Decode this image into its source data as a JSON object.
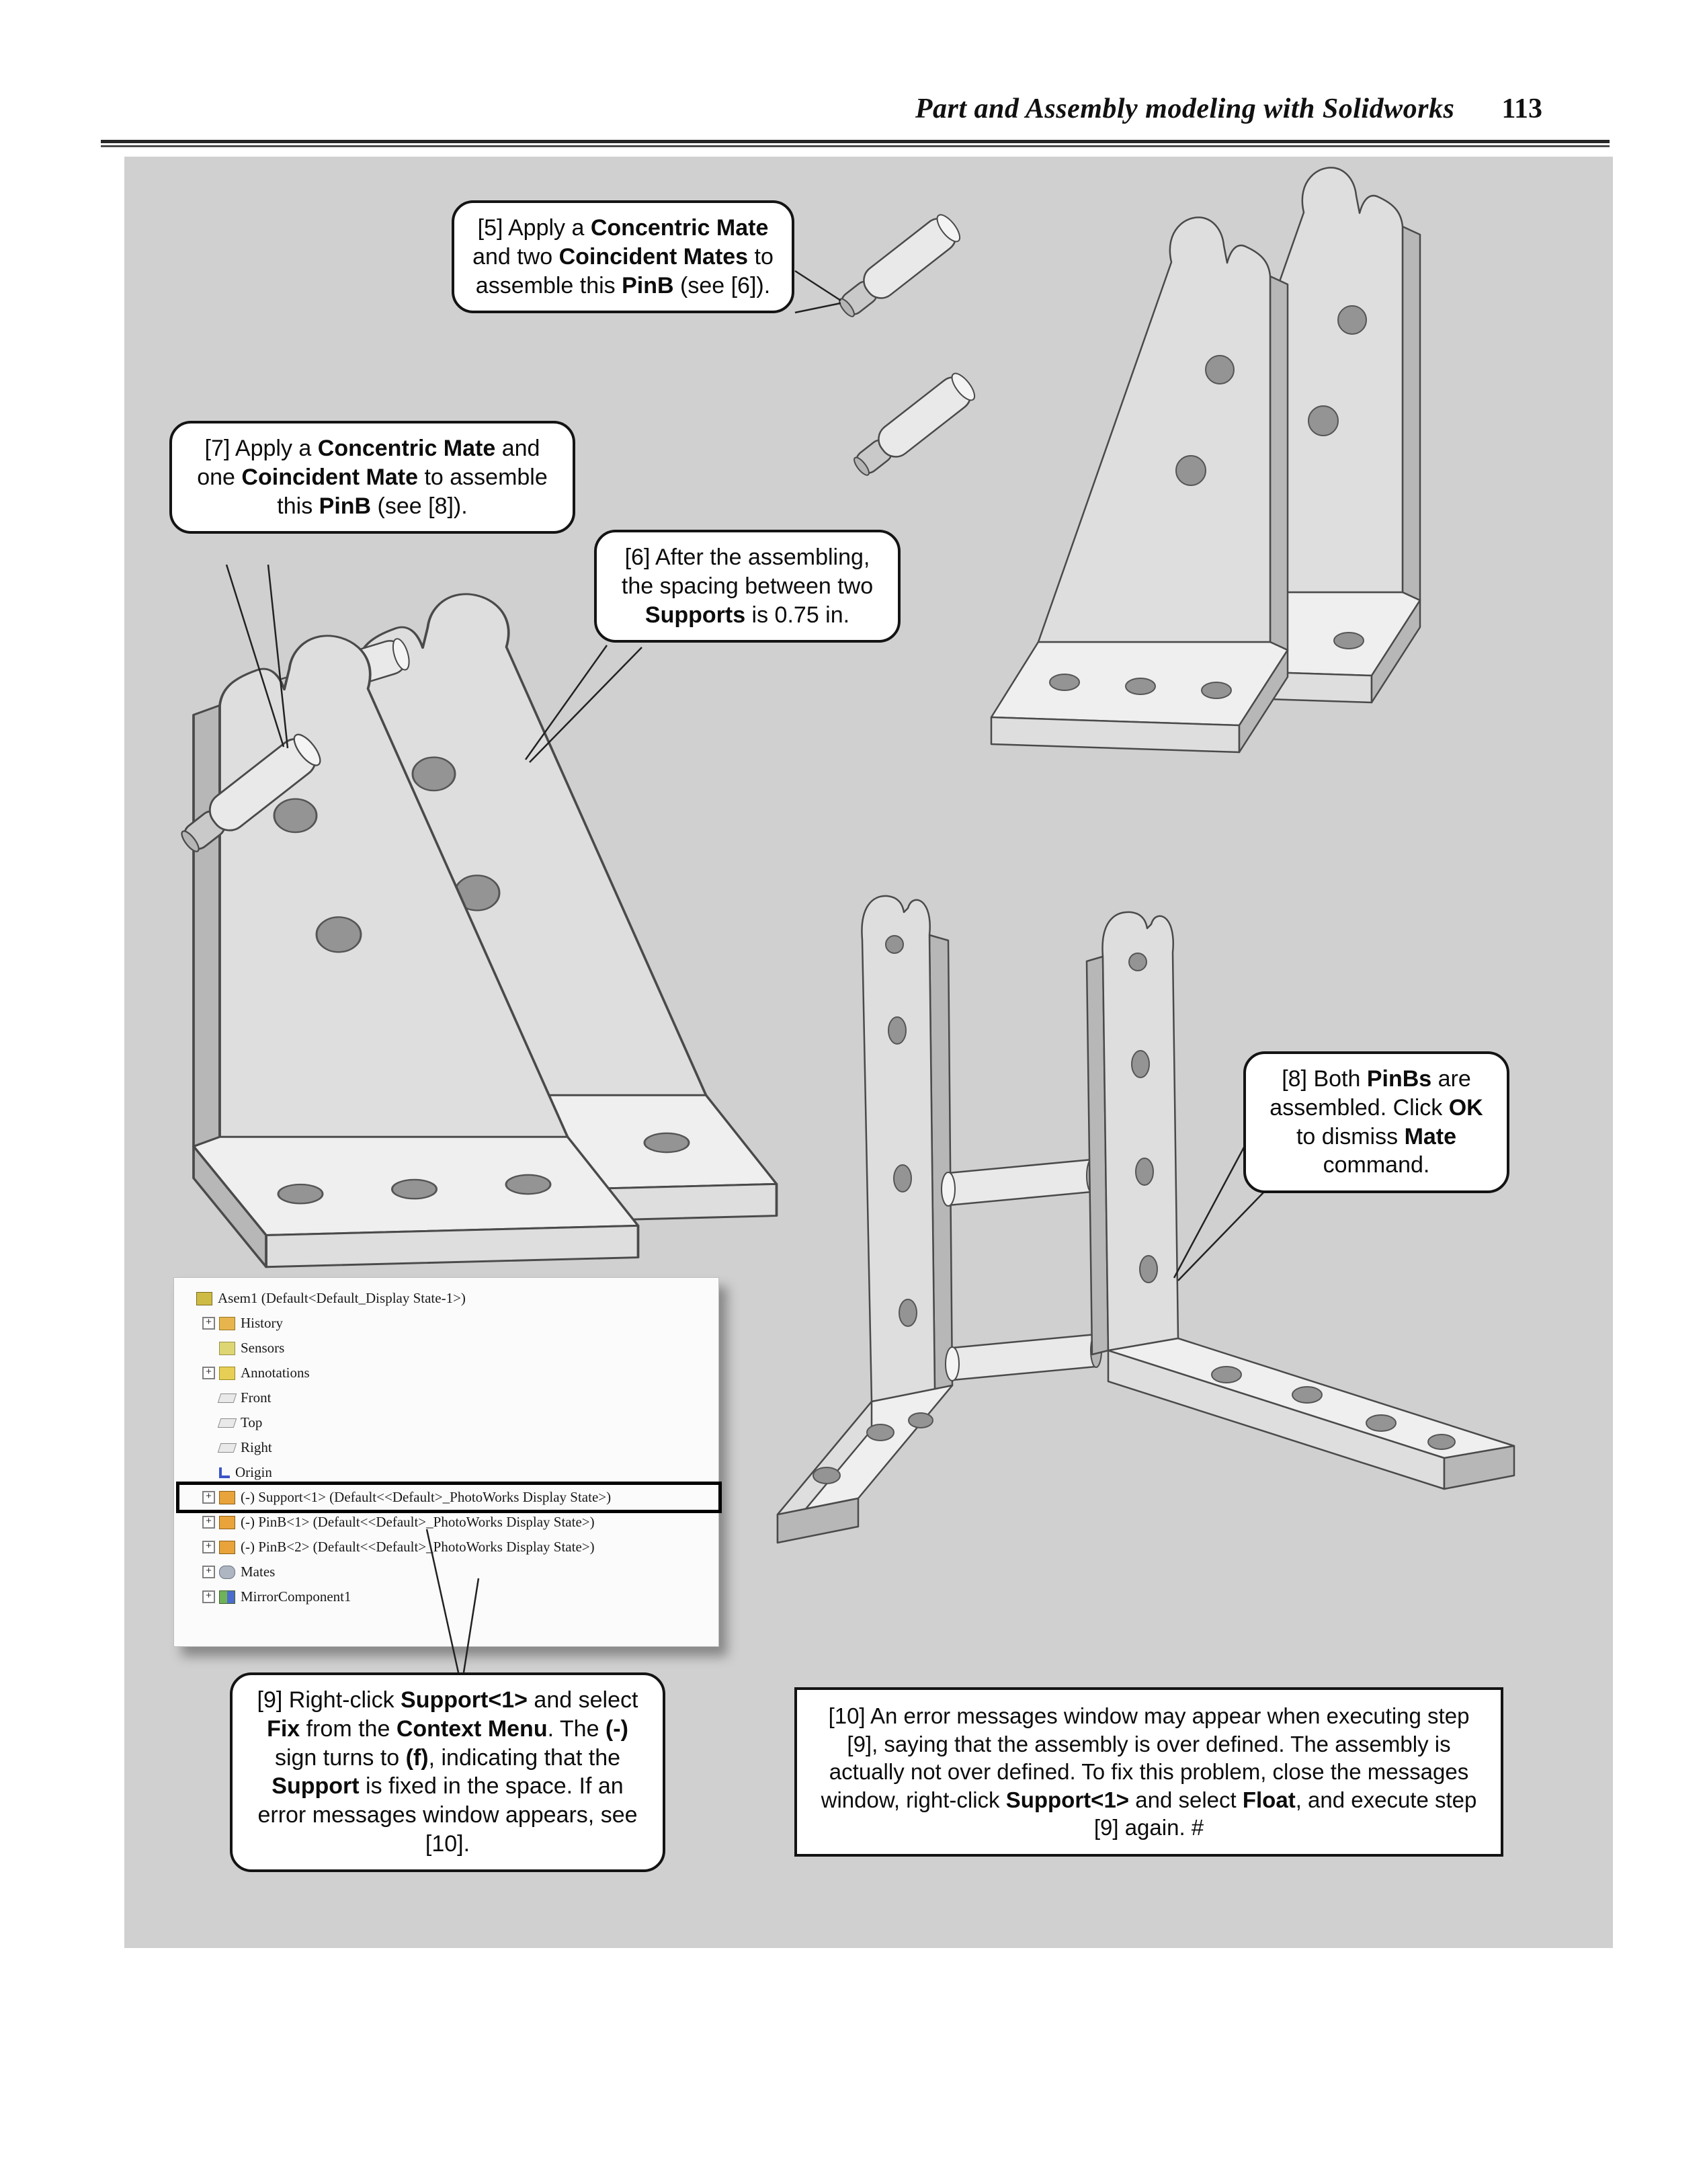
{
  "header": {
    "title": "Part and Assembly modeling with Solidworks",
    "page_number": "113"
  },
  "colors": {
    "figure_background": "#d0d0d0",
    "callout_border": "#141414",
    "metal_face": "#dedede"
  },
  "callouts": {
    "c5": {
      "segments": [
        {
          "t": "[5] Apply a "
        },
        {
          "t": "Concentric Mate",
          "b": true
        },
        {
          "t": " and two "
        },
        {
          "t": "Coincident Mates",
          "b": true
        },
        {
          "t": " to assemble this "
        },
        {
          "t": "PinB",
          "b": true
        },
        {
          "t": " (see [6])."
        }
      ]
    },
    "c7": {
      "segments": [
        {
          "t": "[7] Apply a "
        },
        {
          "t": "Concentric Mate",
          "b": true
        },
        {
          "t": " and one "
        },
        {
          "t": "Coincident Mate",
          "b": true
        },
        {
          "t": " to assemble this "
        },
        {
          "t": "PinB",
          "b": true
        },
        {
          "t": " (see [8])."
        }
      ]
    },
    "c6": {
      "segments": [
        {
          "t": "[6] After the assembling, the spacing between two "
        },
        {
          "t": "Supports",
          "b": true
        },
        {
          "t": " is 0.75 in."
        }
      ]
    },
    "c8": {
      "segments": [
        {
          "t": "[8] Both "
        },
        {
          "t": "PinBs",
          "b": true
        },
        {
          "t": " are assembled.  Click "
        },
        {
          "t": "OK",
          "b": true
        },
        {
          "t": " to dismiss "
        },
        {
          "t": "Mate",
          "b": true
        },
        {
          "t": " command."
        }
      ]
    },
    "c9": {
      "segments": [
        {
          "t": "[9] Right-click "
        },
        {
          "t": "Support<1>",
          "b": true
        },
        {
          "t": " and select "
        },
        {
          "t": "Fix",
          "b": true
        },
        {
          "t": " from the "
        },
        {
          "t": "Context Menu",
          "b": true
        },
        {
          "t": ". The "
        },
        {
          "t": "(-)",
          "b": true
        },
        {
          "t": " sign turns to "
        },
        {
          "t": "(f)",
          "b": true
        },
        {
          "t": ", indicating that the "
        },
        {
          "t": "Support",
          "b": true
        },
        {
          "t": " is fixed in the space.  If an error messages window appears, see [10]."
        }
      ]
    },
    "c10": {
      "segments": [
        {
          "t": "[10] An error messages window may appear when executing step [9], saying that the assembly is over defined. The assembly is actually not over defined. To fix this problem, close the messages window, right-click "
        },
        {
          "t": "Support<1>",
          "b": true
        },
        {
          "t": " and select "
        },
        {
          "t": "Float",
          "b": true
        },
        {
          "t": ", and execute step [9] again. #"
        }
      ]
    }
  },
  "feature_tree": {
    "expander_glyph": "+",
    "items": [
      {
        "label": "Asem1  (Default<Default_Display State-1>)",
        "icon": "assembly-icon",
        "level": 0,
        "expand": false,
        "highlight": false
      },
      {
        "label": "History",
        "icon": "history-folder-icon",
        "level": 1,
        "expand": true,
        "highlight": false
      },
      {
        "label": "Sensors",
        "icon": "sensors-icon",
        "level": 1,
        "expand": false,
        "highlight": false
      },
      {
        "label": "Annotations",
        "icon": "annotations-icon",
        "level": 1,
        "expand": true,
        "highlight": false
      },
      {
        "label": "Front",
        "icon": "plane-icon",
        "level": 1,
        "expand": false,
        "highlight": false
      },
      {
        "label": "Top",
        "icon": "plane-icon",
        "level": 1,
        "expand": false,
        "highlight": false
      },
      {
        "label": "Right",
        "icon": "plane-icon",
        "level": 1,
        "expand": false,
        "highlight": false
      },
      {
        "label": "Origin",
        "icon": "origin-icon",
        "level": 1,
        "expand": false,
        "highlight": false
      },
      {
        "label": "(-) Support<1> (Default<<Default>_PhotoWorks Display State>)",
        "icon": "part-icon",
        "level": 1,
        "expand": true,
        "highlight": true
      },
      {
        "label": "(-) PinB<1> (Default<<Default>_PhotoWorks Display State>)",
        "icon": "part-icon",
        "level": 1,
        "expand": true,
        "highlight": false
      },
      {
        "label": "(-) PinB<2> (Default<<Default>_PhotoWorks Display State>)",
        "icon": "part-icon",
        "level": 1,
        "expand": true,
        "highlight": false
      },
      {
        "label": "Mates",
        "icon": "mates-icon",
        "level": 1,
        "expand": true,
        "highlight": false
      },
      {
        "label": "MirrorComponent1",
        "icon": "mirror-icon",
        "level": 1,
        "expand": true,
        "highlight": false
      }
    ]
  }
}
